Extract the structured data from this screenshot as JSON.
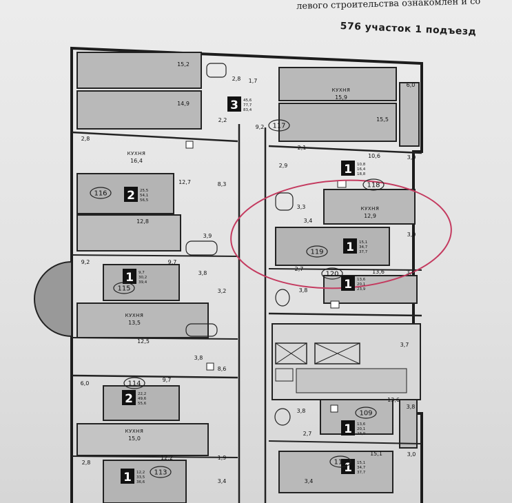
{
  "header": {
    "line": "левого строительства ознакомлен и со",
    "sub": "576 участок   1 подъезд"
  },
  "kitchen_label": "КУХНЯ",
  "apartments": [
    {
      "id": "117",
      "rooms": "3",
      "stats": [
        "45,6",
        "77,7",
        "83,4"
      ]
    },
    {
      "id": "118",
      "rooms": "1",
      "stats": [
        "10,8",
        "16,4",
        "18,8"
      ]
    },
    {
      "id": "116",
      "rooms": "2",
      "stats": [
        "25,5",
        "54,1",
        "56,5"
      ]
    },
    {
      "id": "119",
      "rooms": "1",
      "stats": [
        "15,1",
        "34,7",
        "37,7"
      ]
    },
    {
      "id": "115",
      "rooms": "1",
      "stats": [
        "9,7",
        "30,2",
        "39,4"
      ]
    },
    {
      "id": "120",
      "rooms": "1",
      "stats": [
        "13,6",
        "20,1",
        "23,9"
      ]
    },
    {
      "id": "114",
      "rooms": "2",
      "stats": [
        "22,2",
        "49,6",
        "55,6"
      ]
    },
    {
      "id": "109",
      "rooms": "1",
      "stats": [
        "13,6",
        "20,1",
        "23,9"
      ]
    },
    {
      "id": "113",
      "rooms": "1",
      "stats": [
        "12,2",
        "33,5",
        "36,6"
      ]
    },
    {
      "id": "110",
      "rooms": "1",
      "stats": [
        "15,1",
        "34,7",
        "37,7"
      ]
    }
  ],
  "kitchens": [
    "15,9",
    "16,4",
    "12,9",
    "13,5",
    "15,0"
  ],
  "areas": [
    "15,2",
    "2,8",
    "1,7",
    "14,9",
    "2,2",
    "9,2",
    "15,5",
    "6,0",
    "2,8",
    "2,1",
    "10,6",
    "3,0",
    "2,9",
    "12,7",
    "8,3",
    "3,3",
    "12,8",
    "3,4",
    "3,9",
    "3,0",
    "9,2",
    "9,7",
    "2,7",
    "13,6",
    "3,6",
    "3,8",
    "3,8",
    "3,2",
    "12,5",
    "3,8",
    "3,7",
    "8,6",
    "6,0",
    "9,7",
    "13,6",
    "3,8",
    "3,8",
    "2,7",
    "2,8",
    "12,2",
    "1,9",
    "15,1",
    "3,0",
    "3,4",
    "3,4"
  ]
}
